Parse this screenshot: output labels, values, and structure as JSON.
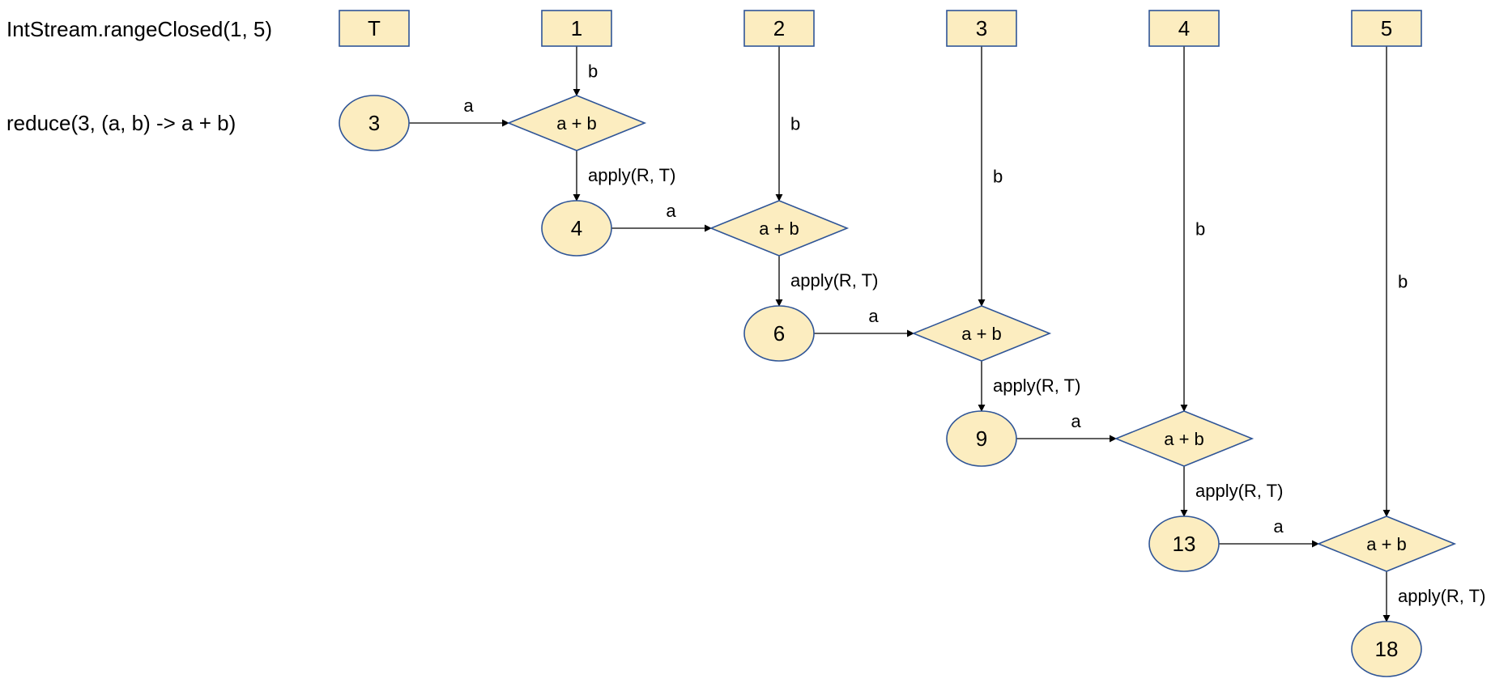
{
  "row_labels": {
    "stream": "IntStream.rangeClosed(1, 5)",
    "reduce": "reduce(3, (a, b) -> a + b)"
  },
  "stream_boxes": [
    "T",
    "1",
    "2",
    "3",
    "4",
    "5"
  ],
  "accumulators": [
    "3",
    "4",
    "6",
    "9",
    "13",
    "18"
  ],
  "operator_label": "a + b",
  "edge_labels": {
    "element": "b",
    "accumulator": "a",
    "apply": "apply(R, T)"
  },
  "colors": {
    "node_fill": "#fcedc0",
    "node_stroke": "#2f5597",
    "line": "#000000",
    "text": "#000000"
  }
}
